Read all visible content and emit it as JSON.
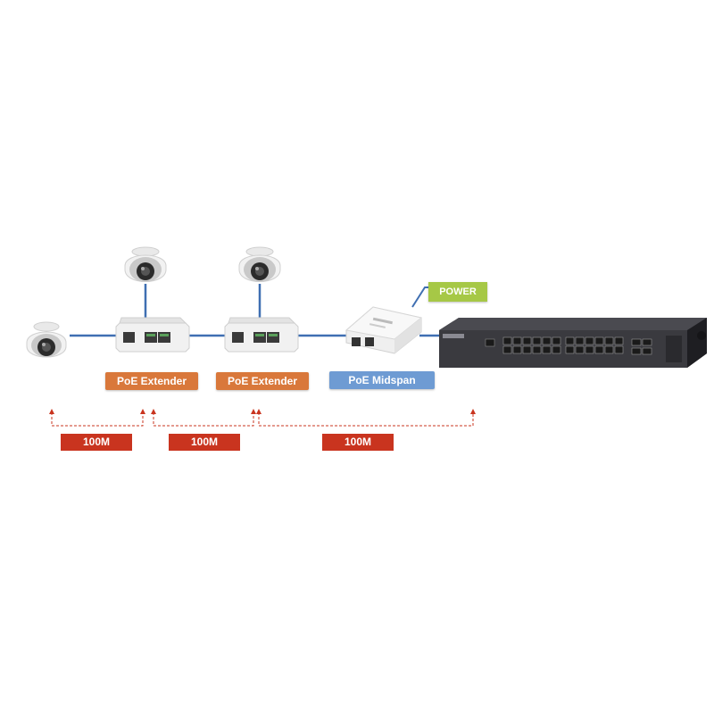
{
  "diagram": {
    "labels": {
      "extender_1": "PoE Extender",
      "extender_2": "PoE Extender",
      "midspan": "PoE Midspan",
      "power": "POWER"
    },
    "distances": [
      "100M",
      "100M",
      "100M"
    ],
    "colors": {
      "cable": "#3f6fb2",
      "extender_label": "#d9783b",
      "midspan_label": "#6e9bd3",
      "power_label": "#a6c846",
      "distance_label": "#c9341f",
      "distance_marker": "#c9341f"
    }
  }
}
